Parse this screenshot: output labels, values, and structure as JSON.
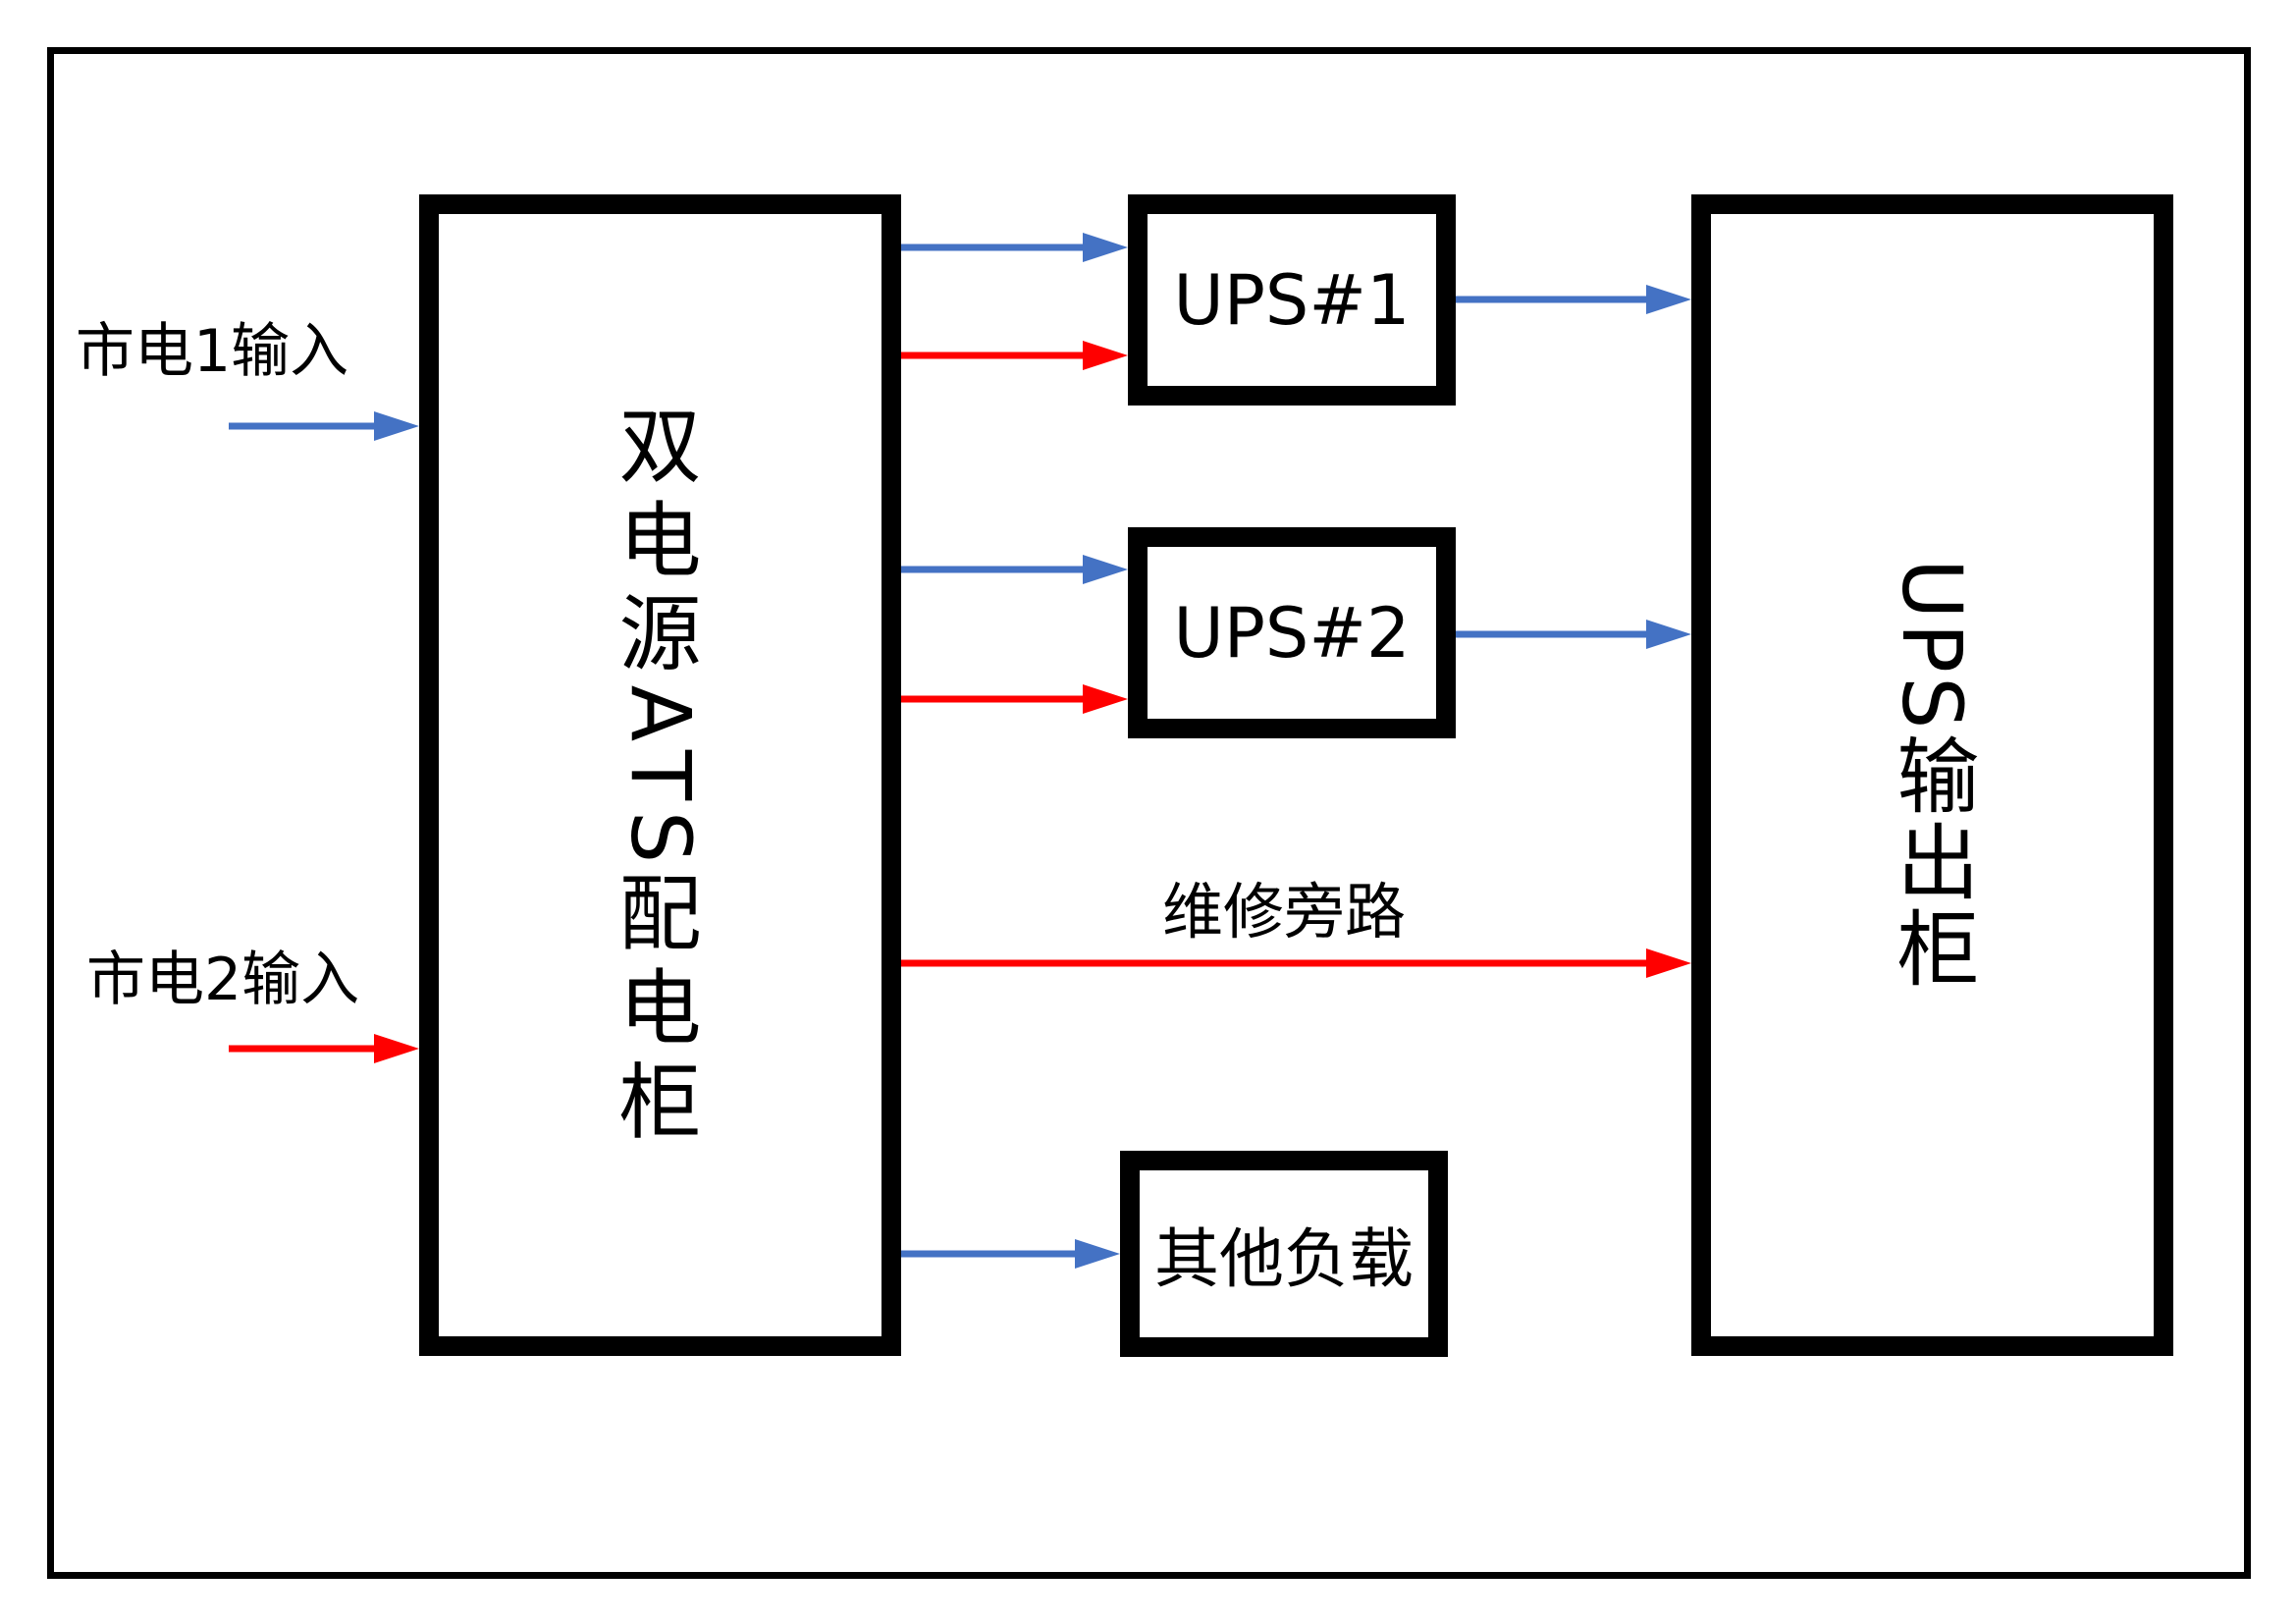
{
  "nodes": {
    "input1_label": "市电1输入",
    "input2_label": "市电2输入",
    "ats_cabinet_chars": [
      "双",
      "电",
      "源",
      "A",
      "T",
      "S",
      "配",
      "电",
      "柜"
    ],
    "ups1_label": "UPS#1",
    "ups2_label": "UPS#2",
    "other_load_label": "其他负载",
    "ups_output_label": "UPS输出柜"
  },
  "edges": {
    "bypass_label": "维修旁路"
  },
  "colors": {
    "utility1": "#4472C4",
    "utility2": "#FF0000",
    "border": "#000000"
  }
}
